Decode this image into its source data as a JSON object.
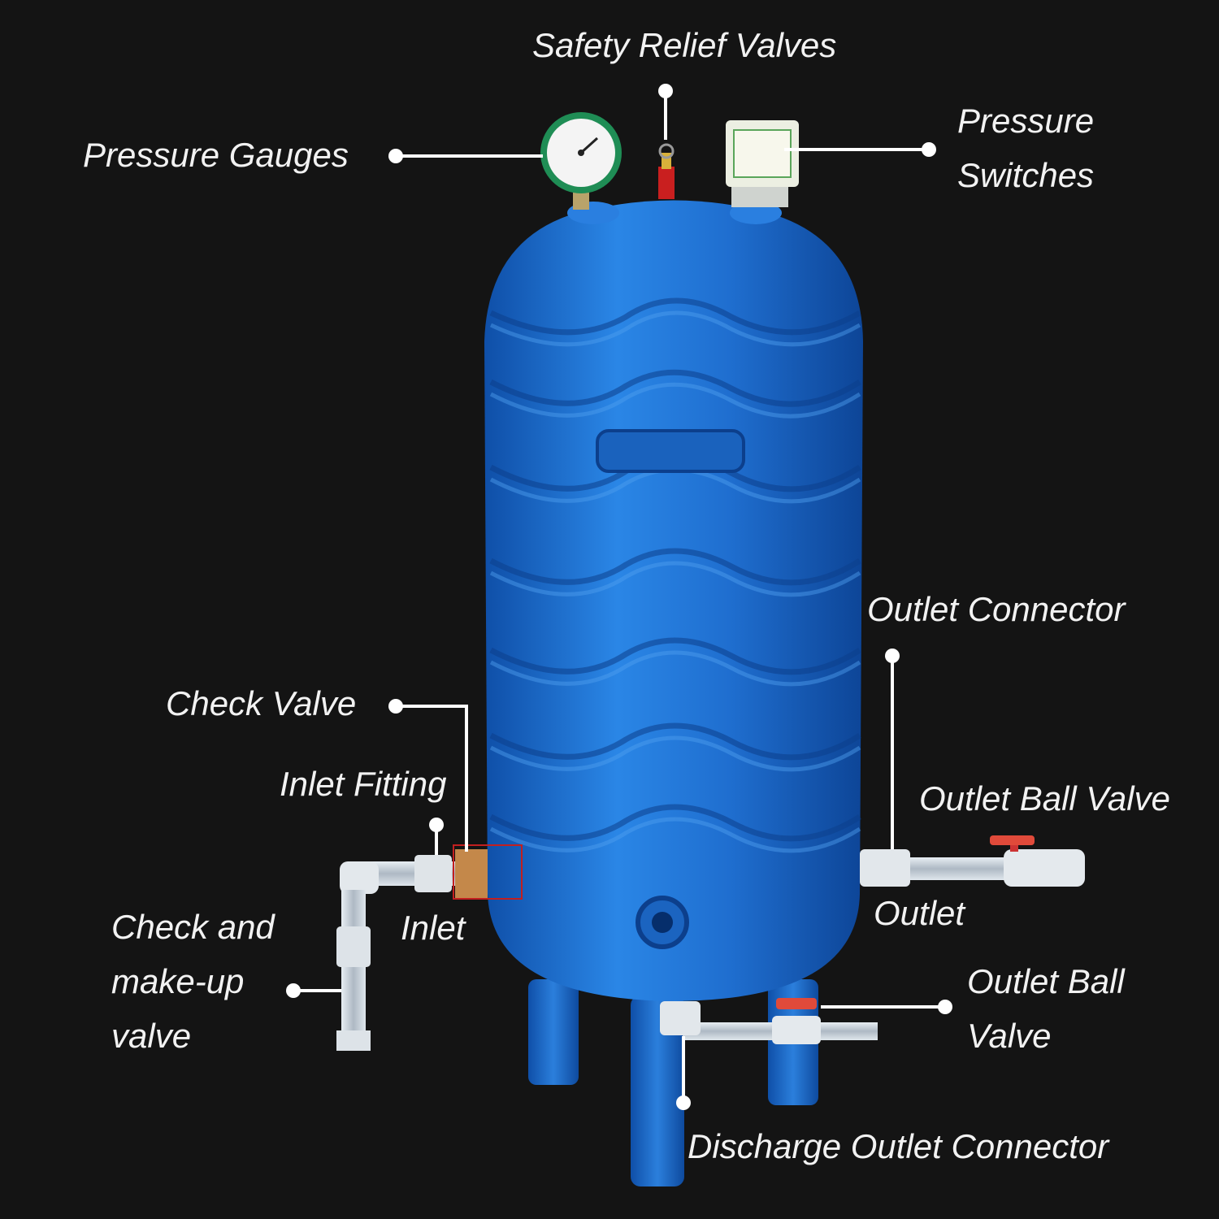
{
  "image": {
    "background": "#141414",
    "tank_color": "#1f6ecf",
    "leader_color": "#ffffff",
    "highlight_color": "#c21f1f"
  },
  "labels": {
    "safety_relief_valves": "Safety Relief Valves",
    "pressure_gauges": "Pressure Gauges",
    "pressure_switches_line1": "Pressure",
    "pressure_switches_line2": "Switches",
    "outlet_connector": "Outlet Connector",
    "check_valve": "Check Valve",
    "inlet_fitting": "Inlet Fitting",
    "outlet_ball_valve": "Outlet Ball Valve",
    "check_makeup_line1": "Check and",
    "check_makeup_line2": "make-up",
    "check_makeup_line3": "valve",
    "inlet": "Inlet",
    "outlet": "Outlet",
    "outlet_ball_valve_2_line1": "Outlet Ball",
    "outlet_ball_valve_2_line2": "Valve",
    "discharge_outlet_connector": "Discharge Outlet Connector"
  }
}
